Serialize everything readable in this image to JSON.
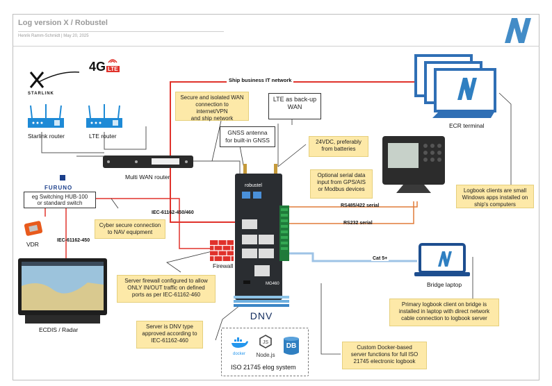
{
  "header": {
    "title": "Log version X / Robustel",
    "subtitle": "Henrik Ramm-Schmidt  |  May 20, 2025",
    "logo_letter": "N"
  },
  "colors": {
    "ship_network": "#e0322b",
    "serial": "#e07b39",
    "cat5": "#9ec3e6",
    "note_bg": "#fde9a8",
    "logo": "#2f7fc1"
  },
  "devices": {
    "starlink": "STARLINK",
    "starlink_router": "Starlink router",
    "lte_badge": "4G",
    "lte_sub": "LTE",
    "lte_router": "LTE router",
    "multi_wan_router": "Multi WAN router",
    "furuno": "FURUNO",
    "switch": "eg Switching HUB-100\nor standard switch",
    "vdr": "VDR",
    "ecdis": "ECDIS / Radar",
    "firewall": "Firewall",
    "robustel_brand": "robustel",
    "robustel_model": "MG460",
    "dnv": "DNV",
    "ecr_terminal": "ECR terminal",
    "bridge_laptop": "Bridge laptop"
  },
  "links": {
    "ship_network": "Ship business IT network",
    "iec_switch_router": "IEC-61162-450/460",
    "iec_switch_ecdis": "IEC-61162-450",
    "rs485": "RS485/422 serial",
    "rs232": "RS232 serial",
    "cat5": "Cat 5+"
  },
  "boxes": {
    "lte_backup": "LTE as back-up\nWAN",
    "gnss_antenna": "GNSS antenna\nfor built-in GNSS"
  },
  "notes": {
    "secure_wan": "Secure and isolated WAN\nconnection to internet/VPN\nand ship network",
    "power": "24VDC, preferably\nfrom batteries",
    "serial_input": "Optional serial data\ninput from GPS/AIS\nor Modbus devices",
    "logbook_clients": "Logbook clients are small\nWindows apps installed on\nship's computers",
    "cyber_secure": "Cyber secure connection\nto NAV equipment",
    "firewall_config": "Server firewall configured to allow\nONLY IN/OUT traffic on defined\nports as per IEC-61162-460",
    "dnv_type": "Server is DNV type\napproved according to\nIEC-61162-460",
    "primary_client": "Primary logbook client on bridge is\ninstalled in laptop with direct network\ncable connection to logbook server",
    "docker_custom": "Custom Docker-based\nserver functions for full ISO\n21745 electronic logbook"
  },
  "elog_system": {
    "label": "ISO 21745 elog system",
    "docker": "docker",
    "nodejs": "Node.js",
    "db": "DB"
  }
}
